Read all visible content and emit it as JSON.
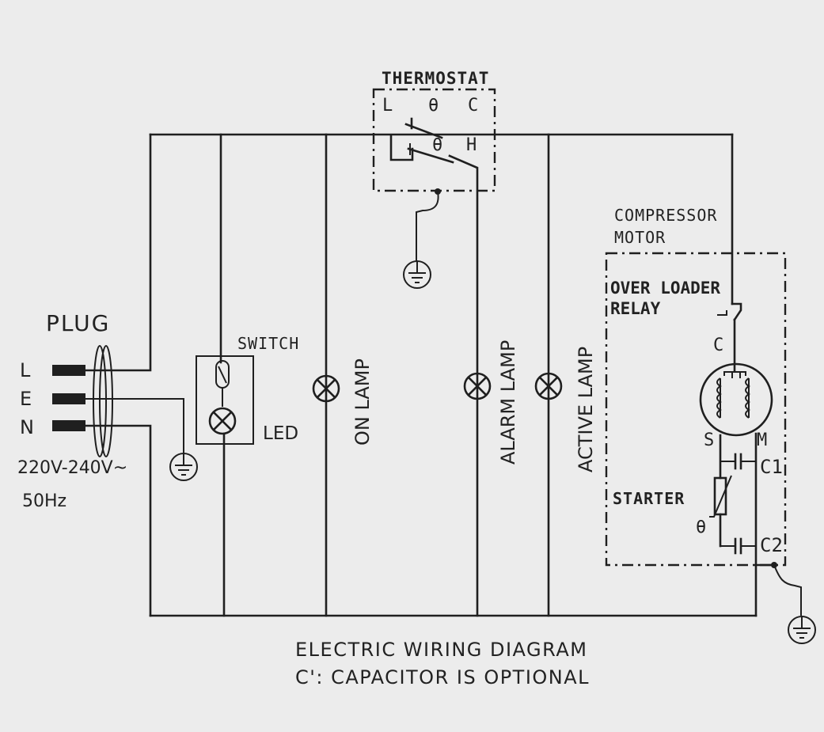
{
  "title": "ELECTRIC WIRING DIAGRAM",
  "note": "C': CAPACITOR IS OPTIONAL",
  "plug": {
    "label": "PLUG",
    "pins": [
      "L",
      "E",
      "N"
    ],
    "voltage": "220V-240V~",
    "frequency": "50Hz"
  },
  "thermostat": {
    "label": "THERMOSTAT",
    "top_row": [
      "L",
      "θ",
      "C"
    ],
    "second_row": [
      "θ",
      "H"
    ]
  },
  "switch": {
    "label": "SWITCH"
  },
  "led": {
    "label": "LED"
  },
  "lamps": {
    "on": "ON LAMP",
    "alarm": "ALARM LAMP",
    "active": "ACTIVE LAMP"
  },
  "compressor": {
    "title_line1": "COMPRESSOR",
    "title_line2": "MOTOR",
    "relay_line1": "OVER LOADER",
    "relay_line2": "RELAY",
    "terminal_c": "C",
    "terminal_s": "S",
    "terminal_m": "M",
    "c1": "C1",
    "c2": "C2",
    "starter": "STARTER",
    "starter_theta": "θ"
  }
}
